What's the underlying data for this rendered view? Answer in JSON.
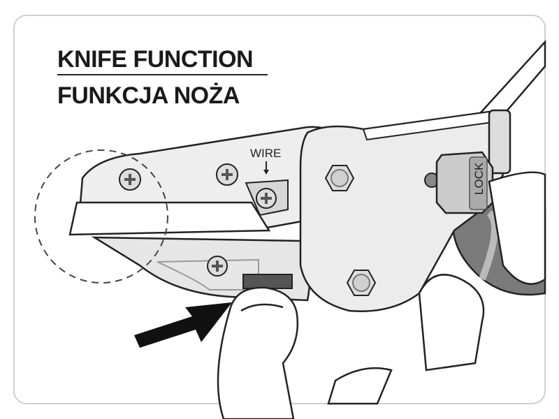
{
  "heading": {
    "line1": "KNIFE FUNCTION",
    "line2": "FUNKCJA NOŻA"
  },
  "labels": {
    "wire": "WIRE",
    "lock": "LOCK"
  },
  "colors": {
    "outline": "#222222",
    "metal": "#e6e6e6",
    "handle": "#7a7a7a",
    "arrow": "#111111"
  }
}
